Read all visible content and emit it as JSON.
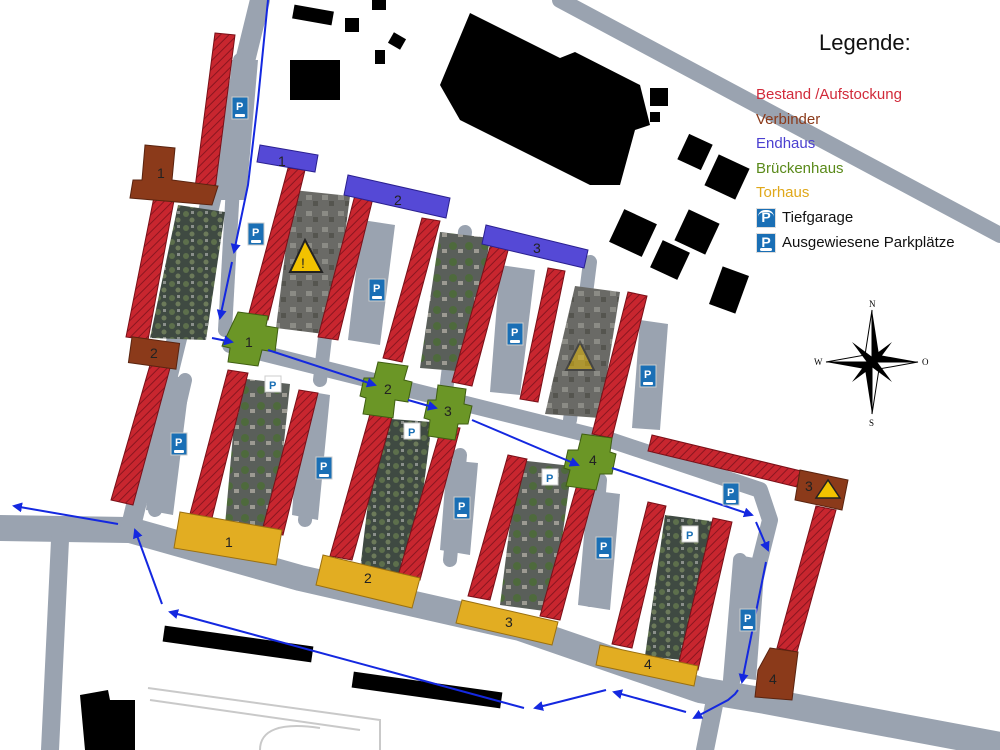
{
  "legend": {
    "title": "Legende:",
    "items": [
      {
        "label": "Bestand /Aufstockung",
        "color": "#d12a3a"
      },
      {
        "label": "Verbinder",
        "color": "#8b3a1a"
      },
      {
        "label": "Endhaus",
        "color": "#4a3fd0"
      },
      {
        "label": "Brückenhaus",
        "color": "#5a8a1a"
      },
      {
        "label": "Torhaus",
        "color": "#e0a81a"
      }
    ],
    "tiefgarage": "Tiefgarage",
    "parkplaetze": "Ausgewiesene Parkplätze"
  },
  "compass": {
    "n": "N",
    "s": "S",
    "w": "W",
    "o": "O"
  },
  "buildings": {
    "verbinder": [
      "1",
      "2",
      "3",
      "4"
    ],
    "endhaus": [
      "1",
      "2",
      "3"
    ],
    "brueckenhaus": [
      "1",
      "2",
      "3",
      "4"
    ],
    "torhaus": [
      "1",
      "2",
      "3",
      "4"
    ]
  },
  "icons": {
    "parking": "P",
    "construction": "construction-warning-icon"
  },
  "colors": {
    "road": "#9aa3b0",
    "bestand": "#d12a3a",
    "verbinder": "#8b3a1a",
    "endhaus": "#5549d6",
    "brueckenhaus": "#6b9626",
    "torhaus": "#e2ad22",
    "arrow": "#1428e0"
  }
}
